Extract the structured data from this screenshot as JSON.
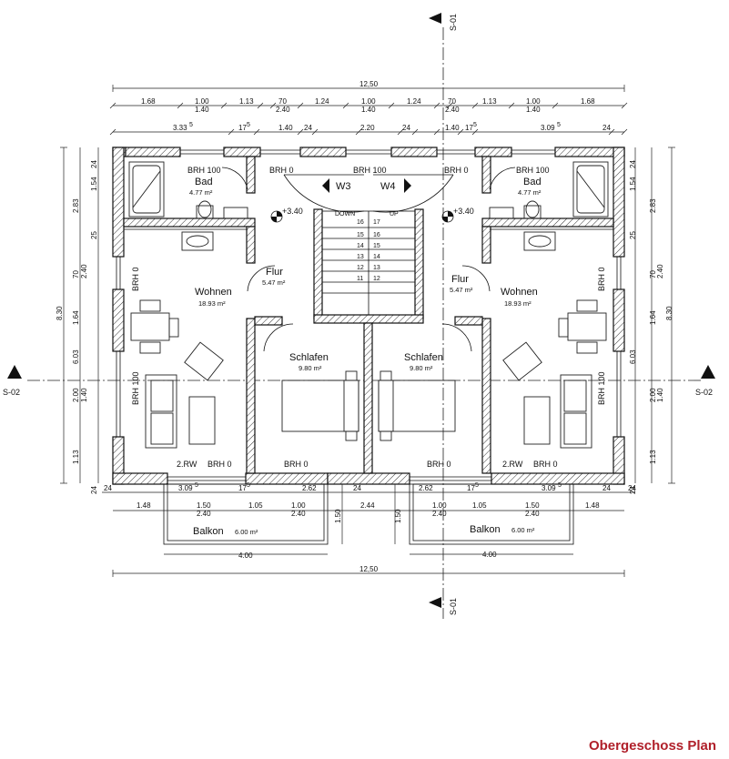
{
  "title": "Obergeschoss Plan",
  "sections": {
    "s01": "S-01",
    "s02": "S-02"
  },
  "dims": {
    "overall": "12,50",
    "top1": [
      "1.68",
      "1.00",
      "1.13",
      "70",
      "1.24",
      "1.00",
      "1.24",
      "70",
      "1.13",
      "1.00",
      "1.68"
    ],
    "top1b": [
      "1.40",
      "2.40",
      "1.40",
      "2.40",
      "1.40"
    ],
    "top2": [
      "3.33",
      "17",
      "1.40",
      "24",
      "2.20",
      "24",
      "1.40",
      "17",
      "3.09",
      "24"
    ],
    "sup5": "5",
    "left_outer": [
      "24",
      "1.54",
      "25",
      "70",
      "1.64",
      "2.00",
      "1.13",
      "24"
    ],
    "left_mid": [
      "2.83",
      "2.40",
      "6.03",
      "1.40"
    ],
    "left_total": "8.30",
    "right_outer": [
      "24",
      "1.54",
      "25",
      "70",
      "1.64",
      "2.00",
      "1.13",
      "24"
    ],
    "right_mid": [
      "2.83",
      "2.40",
      "6.03",
      "1.40"
    ],
    "right_total": "8.30",
    "bottom1": [
      "24",
      "3.09",
      "17",
      "2.62",
      "24",
      "2.62",
      "17",
      "3.09",
      "24"
    ],
    "bottom1_24": "24",
    "bottom2": [
      "1.48",
      "1.50",
      "1.05",
      "1.00",
      "2.44",
      "1.00",
      "1.05",
      "1.50",
      "1.48"
    ],
    "bottom2b": [
      "2.40",
      "2.40",
      "2.40",
      "2.40"
    ],
    "balc_depth": "1.50",
    "balc_width": "4.00",
    "overall_bottom": "12,50"
  },
  "rooms": {
    "bad": {
      "name": "Bad",
      "area": "4.77 m²"
    },
    "flur": {
      "name": "Flur",
      "area": "5.47 m²"
    },
    "wohnen": {
      "name": "Wohnen",
      "area": "18.93 m²"
    },
    "schlafen": {
      "name": "Schlafen",
      "area": "9.80 m²"
    },
    "balkon": {
      "name": "Balkon",
      "area": "6.00 m²"
    }
  },
  "labels": {
    "brh100": "BRH 100",
    "brh0": "BRH 0",
    "rw": "2.RW",
    "level": "+3.40",
    "w3": "W3",
    "w4": "W4",
    "down": "DOWN",
    "up": "UP"
  },
  "stairs": {
    "left": [
      "16",
      "15",
      "14",
      "13",
      "12",
      "11"
    ],
    "right": [
      "17",
      "16",
      "15",
      "14",
      "13",
      "12"
    ]
  }
}
